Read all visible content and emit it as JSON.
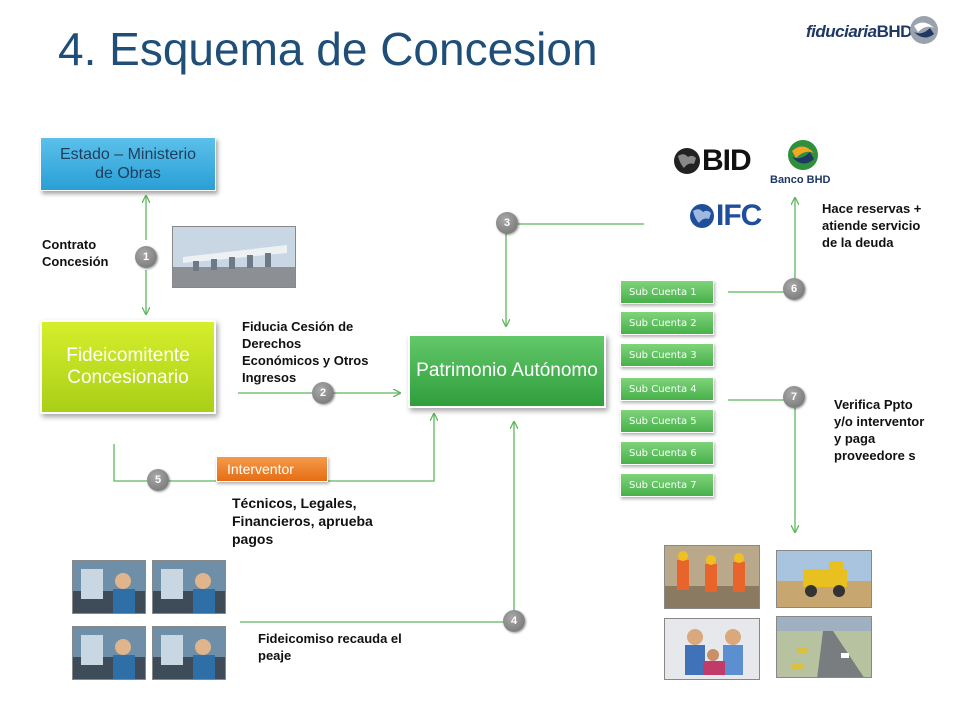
{
  "title": "4. Esquema de Concesion",
  "logo": {
    "text_main": "fiduciaria",
    "text_brand": "BHD"
  },
  "boxes": {
    "estado": "Estado – Ministerio de Obras",
    "fideicomitente": "Fideicomitente Concesionario",
    "patrimonio": "Patrimonio Autónomo",
    "interventor": "Interventor"
  },
  "sub_cuentas": [
    "Sub Cuenta 1",
    "Sub Cuenta 2",
    "Sub Cuenta 3",
    "Sub Cuenta 4",
    "Sub Cuenta 5",
    "Sub Cuenta 6",
    "Sub Cuenta 7"
  ],
  "steps": [
    "1",
    "2",
    "3",
    "4",
    "5",
    "6",
    "7"
  ],
  "labels": {
    "contrato": "Contrato Concesión",
    "fiducia": "Fiducia Cesión de Derechos Económicos y Otros Ingresos",
    "tecnicos": "Técnicos, Legales, Financieros, aprueba pagos",
    "fideicomiso": "Fideicomiso recauda el peaje",
    "reservas": "Hace reservas + atiende servicio de la deuda",
    "verifica": "Verifica Ppto y/o interventor y paga proveedore s"
  },
  "logos": {
    "bid": "BID",
    "ifc": "IFC",
    "banco_bhd": "Banco BHD"
  },
  "colors": {
    "title": "#1f4e79",
    "estado": "#3aaee0",
    "fideicomitente": "#b8dc1e",
    "patrimonio": "#3fae49",
    "interventor": "#ec7a22",
    "sub_cuenta": "#5cc05c",
    "arrow": "#5cb85c"
  },
  "icons": [
    "photo-toll-plaza",
    "photo-toll-booth",
    "photo-road-workers",
    "photo-road-grader",
    "photo-office-team",
    "photo-highway-construction",
    "bid-globe-icon",
    "ifc-globe-icon",
    "banco-bhd-icon",
    "fiduciaria-swirl-icon"
  ]
}
